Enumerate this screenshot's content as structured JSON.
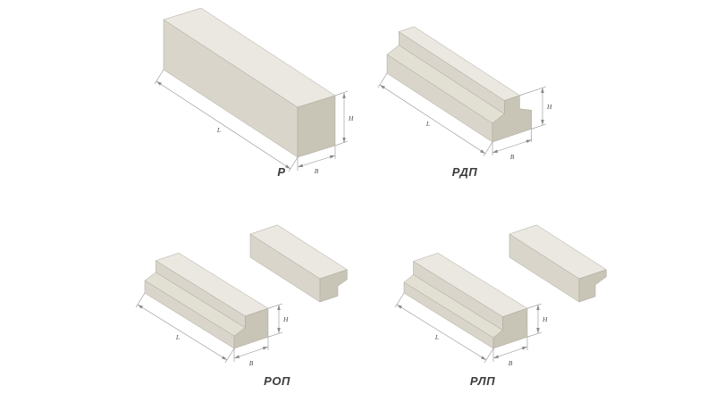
{
  "page": {
    "background": "#ffffff",
    "panels": [
      {
        "id": "r",
        "caption": "Р",
        "dims": {
          "length": "L",
          "height": "H",
          "width": "B"
        }
      },
      {
        "id": "rdp",
        "caption": "РДП",
        "dims": {
          "length": "L",
          "height": "H",
          "width": "B"
        }
      },
      {
        "id": "rop",
        "caption": "РОП",
        "dims": {
          "length": "L",
          "height": "H",
          "width": "B"
        }
      },
      {
        "id": "rlp",
        "caption": "РЛП",
        "dims": {
          "length": "L",
          "height": "H",
          "width": "B"
        }
      }
    ],
    "colors": {
      "face_top": "#eae8e1",
      "face_side": "#d9d5ca",
      "face_slope": "#e2dfd3",
      "face_end": "#c8c4b6",
      "edge": "#a9a69b",
      "dim_line": "#8f8f8f",
      "dim_text": "#4a4a4a",
      "caption_text": "#3c3c3c"
    }
  }
}
